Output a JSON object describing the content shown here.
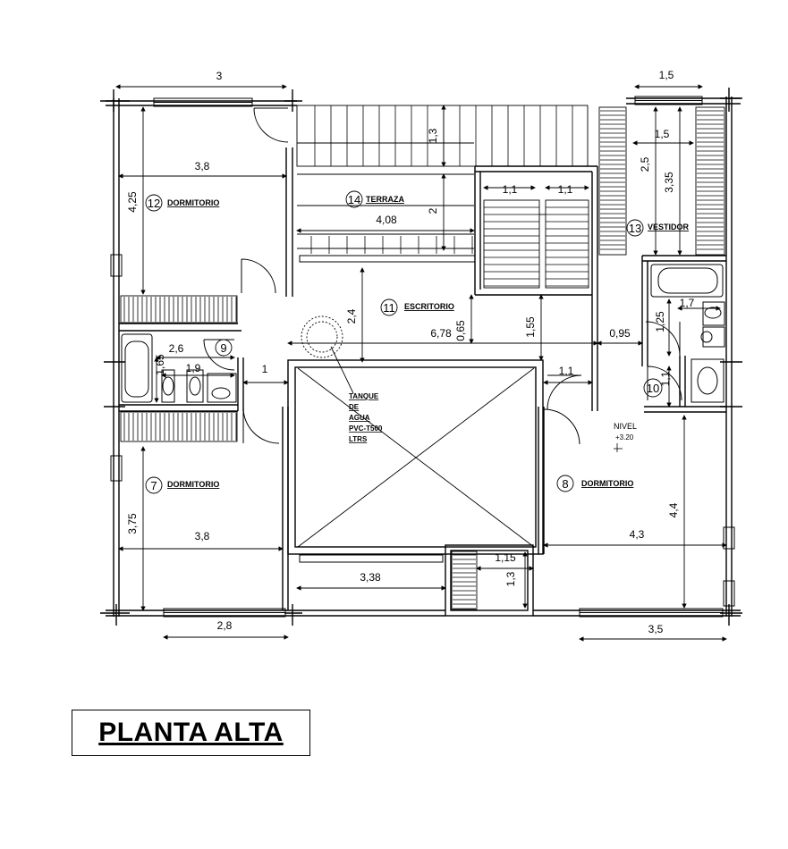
{
  "title": "PLANTA ALTA",
  "rooms": {
    "r12": {
      "num": "12",
      "name": "DORMITORIO"
    },
    "r14": {
      "num": "14",
      "name": "TERRAZA"
    },
    "r13": {
      "num": "13",
      "name": "VESTIDOR"
    },
    "r11": {
      "num": "11",
      "name": "ESCRITORIO"
    },
    "r9": {
      "num": "9"
    },
    "r10": {
      "num": "10"
    },
    "r7": {
      "num": "7",
      "name": "DORMITORIO"
    },
    "r8": {
      "num": "8",
      "name": "DORMITORIO"
    }
  },
  "tank": [
    "TANQUE",
    "DE",
    "AGUA",
    "PVC-T500",
    "LTRS"
  ],
  "level": {
    "label": "NIVEL",
    "value": "+3.20"
  },
  "dims": {
    "d3": "3",
    "d15top": "1,5",
    "d15in": "1,5",
    "d25": "2,5",
    "d335": "3,35",
    "d38a": "3,8",
    "d425": "4,25",
    "d13t": "1,3",
    "d2": "2",
    "d408": "4,08",
    "d11a": "1,1",
    "d11b": "1,1",
    "d17": "1,7",
    "d125": "1,25",
    "d24": "2,4",
    "d678": "6,78",
    "d065": "0,65",
    "d155": "1,55",
    "d095": "0,95",
    "d26": "2,6",
    "d165": "1,65",
    "d19": "1,9",
    "d1": "1",
    "d11c": "1,1",
    "d11d": "1,1",
    "d375": "3,75",
    "d38b": "3,8",
    "d44": "4,4",
    "d43": "4,3",
    "d115": "1,15",
    "d13b": "1,3",
    "d338": "3,38",
    "d28": "2,8",
    "d35": "3,5"
  }
}
